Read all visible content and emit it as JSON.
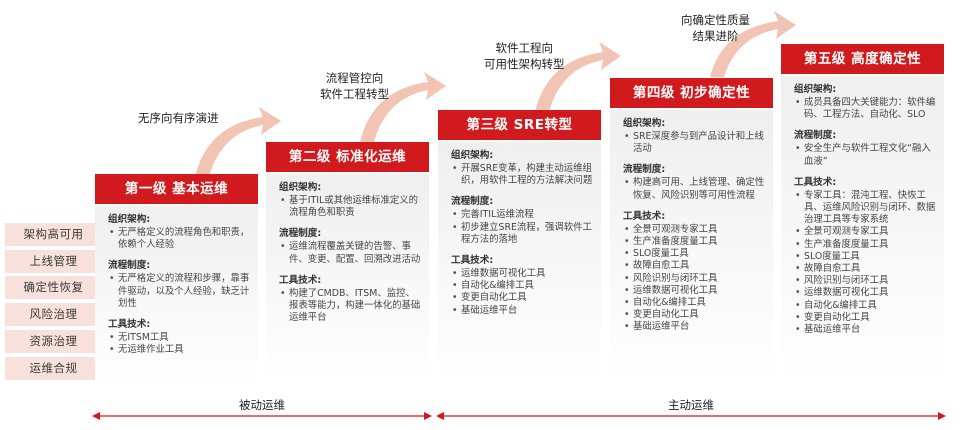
{
  "side_items": [
    "架构高可用",
    "上线管理",
    "确定性恢复",
    "风险治理",
    "资源治理",
    "运维合规"
  ],
  "transitions": [
    {
      "lines": [
        "无序向有序演进"
      ]
    },
    {
      "lines": [
        "流程管控向",
        "软件工程转型"
      ]
    },
    {
      "lines": [
        "软件工程向",
        "可用性架构转型"
      ]
    },
    {
      "lines": [
        "向确定性质量",
        "结果进阶"
      ]
    }
  ],
  "levels": [
    {
      "title": "第一级  基本运维",
      "sections": [
        {
          "title": "组织架构:",
          "items": [
            "无严格定义的流程角色和职责，依赖个人经验"
          ]
        },
        {
          "title": "流程制度:",
          "items": [
            "无严格定义的流程和步骤，靠事件驱动，以及个人经验，缺乏计划性"
          ]
        },
        {
          "title": "工具技术:",
          "items": [
            "无ITSM工具",
            "无运维作业工具"
          ]
        }
      ]
    },
    {
      "title": "第二级  标准化运维",
      "sections": [
        {
          "title": "组织架构:",
          "items": [
            "基于ITIL或其他运维标准定义的流程角色和职责"
          ]
        },
        {
          "title": "流程制度:",
          "items": [
            "运维流程覆盖关键的告警、事件、变更、配置、回溯改进活动"
          ]
        },
        {
          "title": "工具技术:",
          "items": [
            "构建了CMDB、ITSM、监控、报表等能力，构建一体化的基础运维平台"
          ]
        }
      ]
    },
    {
      "title": "第三级  SRE转型",
      "sections": [
        {
          "title": "组织架构:",
          "items": [
            "开展SRE变革，构建主动运维组织，用软件工程的方法解决问题"
          ]
        },
        {
          "title": "流程制度:",
          "items": [
            "完善ITIL运维流程",
            "初步建立SRE流程，强调软件工程方法的落地"
          ]
        },
        {
          "title": "工具技术:",
          "items": [
            "运维数据可视化工具",
            "自动化&编排工具",
            "变更自动化工具",
            "基础运维平台"
          ]
        }
      ]
    },
    {
      "title": "第四级  初步确定性",
      "sections": [
        {
          "title": "组织架构:",
          "items": [
            "SRE深度参与到产品设计和上线活动"
          ]
        },
        {
          "title": "流程制度:",
          "items": [
            "构建高可用、上线管理、确定性恢复、风险识别等可用性流程"
          ]
        },
        {
          "title": "工具技术:",
          "items": [
            "全景可观测专家工具",
            "生产准备度度量工具",
            "SLO度量工具",
            "故障自愈工具",
            "风险识别与闭环工具",
            "运维数据可视化工具",
            "自动化&编排工具",
            "变更自动化工具",
            "基础运维平台"
          ]
        }
      ]
    },
    {
      "title": "第五级  高度确定性",
      "sections": [
        {
          "title": "组织架构:",
          "items": [
            "成员具备四大关键能力：软件编码、工程方法、自动化、SLO"
          ]
        },
        {
          "title": "流程制度:",
          "items": [
            "安全生产与软件工程文化“融入血液”"
          ]
        },
        {
          "title": "工具技术:",
          "items": [
            "专家工具：混沌工程、快恢工具、运维风险识别与闭环、数据治理工具等专家系统",
            "全景可观测专家工具",
            "生产准备度度量工具",
            "SLO度量工具",
            "故障自愈工具",
            "风险识别与闭环工具",
            "运维数据可视化工具",
            "自动化&编排工具",
            "变更自动化工具",
            "基础运维平台"
          ]
        }
      ]
    }
  ],
  "bottom": {
    "passive": "被动运维",
    "active": "主动运维"
  },
  "colors": {
    "accent": "#d11a1e",
    "side_bg": "#f8e1da",
    "arrow": "#f2c4b4"
  }
}
